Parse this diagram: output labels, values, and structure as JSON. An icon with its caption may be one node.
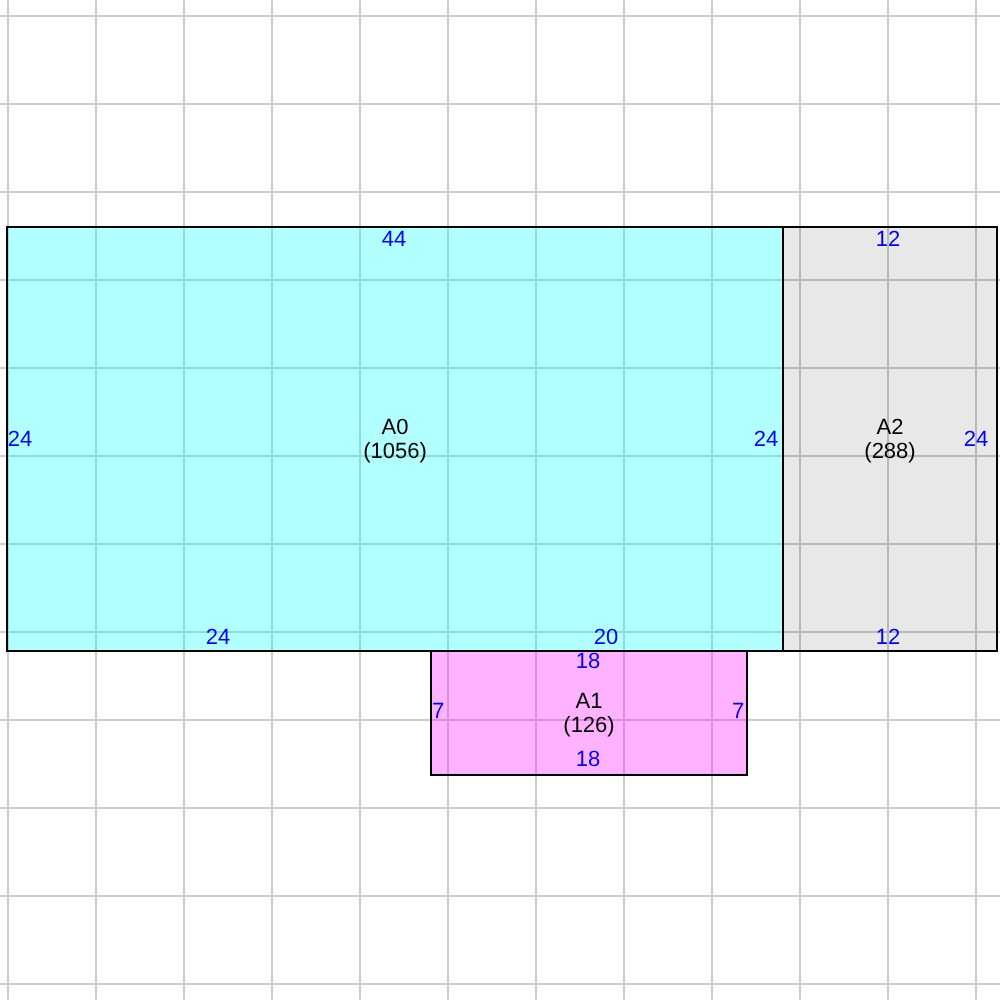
{
  "diagram": {
    "nodes": [
      {
        "text": [
          "A0",
          "(1056)"
        ]
      },
      {
        "text": [
          "A2",
          "(288)"
        ]
      },
      {
        "text": [
          "A1",
          "(126)"
        ]
      }
    ],
    "labels": [
      "44",
      "12",
      "24",
      "24",
      "24",
      "24",
      "20",
      "12",
      "18",
      "7",
      "7",
      "18"
    ]
  }
}
